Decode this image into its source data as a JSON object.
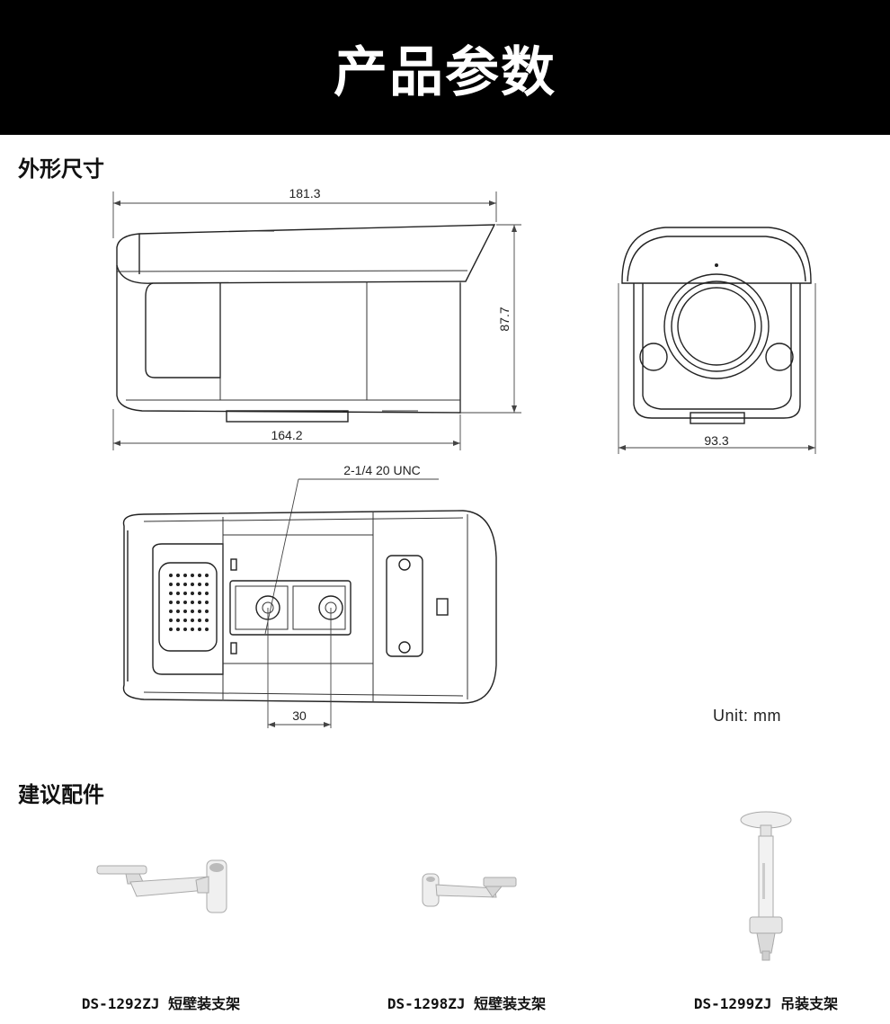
{
  "header": {
    "title": "产品参数"
  },
  "dimensions_section": {
    "title": "外形尺寸",
    "side_length": "181.3",
    "side_height": "87.7",
    "side_bottom_length": "164.2",
    "front_width": "93.3",
    "mount_thread": "2-1/4 20 UNC",
    "hole_spacing": "30",
    "unit": "Unit:  mm"
  },
  "accessories_section": {
    "title": "建议配件",
    "items": [
      {
        "caption": "DS-1292ZJ 短壁装支架"
      },
      {
        "caption": "DS-1298ZJ 短壁装支架"
      },
      {
        "caption": "DS-1299ZJ 吊装支架"
      }
    ]
  }
}
